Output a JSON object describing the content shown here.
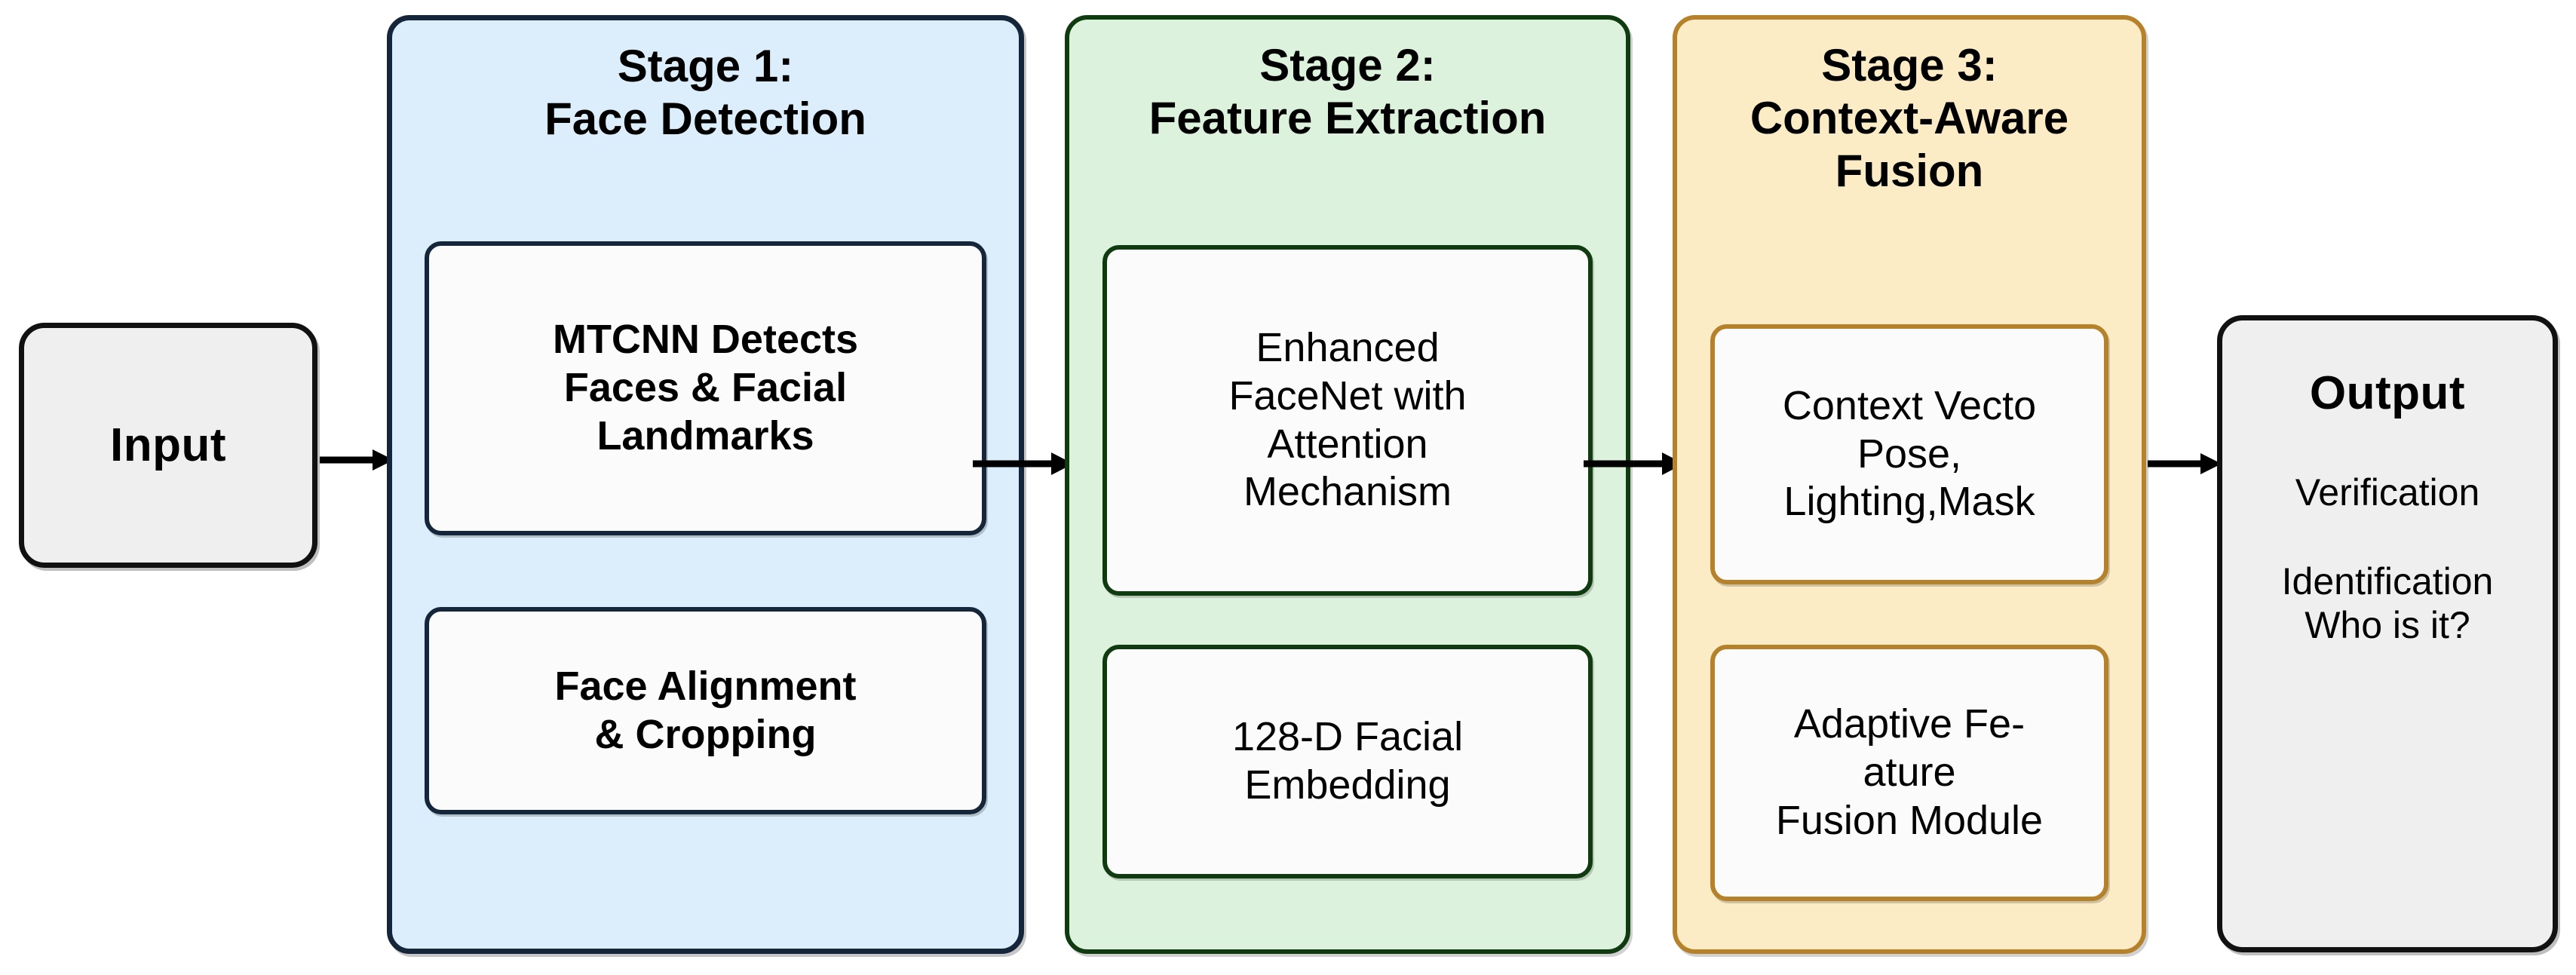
{
  "diagram": {
    "title": "Three-stage context-aware face recognition pipeline",
    "colors": {
      "stage1_fill": "#dceefb",
      "stage1_border": "#16263a",
      "stage2_fill": "#dcf2dc",
      "stage2_border": "#103a10",
      "stage3_fill": "#fcecc6",
      "stage3_border": "#b5812a",
      "terminal_fill": "#efefef",
      "terminal_border": "#111111",
      "arrow": "#000000"
    }
  },
  "input": {
    "label": "Input"
  },
  "stages": [
    {
      "id": "stage-1",
      "title": "Stage 1:\nFace Detection",
      "boxes": [
        {
          "id": "mtcnn-detect",
          "text": "MTCNN Detects\nFaces & Facial\nLandmarks"
        },
        {
          "id": "face-alignment",
          "text": "Face Alignment\n& Cropping"
        }
      ]
    },
    {
      "id": "stage-2",
      "title": "Stage 2:\nFeature Extraction",
      "boxes": [
        {
          "id": "enhanced-facenet",
          "text": "Enhanced\nFaceNet with\nAttention\nMechanism"
        },
        {
          "id": "facial-embedding",
          "text": "128-D Facial\nEmbedding"
        }
      ]
    },
    {
      "id": "stage-3",
      "title": "Stage 3:\nContext-Aware\nFusion",
      "boxes": [
        {
          "id": "context-vector",
          "text": "Context Vecto\nPose,\nLighting,Mask"
        },
        {
          "id": "adaptive-fusion",
          "text": "Adaptive Fe-\nature\nFusion Module"
        }
      ]
    }
  ],
  "output": {
    "title": "Output",
    "line1": "Verification",
    "line2": "Identification\nWho is it?"
  },
  "arrows": [
    {
      "id": "arrow-input-stage1",
      "from": "Input",
      "to": "Stage 1"
    },
    {
      "id": "arrow-stage1-stage2",
      "from": "Stage 1",
      "to": "Stage 2"
    },
    {
      "id": "arrow-stage2-stage3",
      "from": "Stage 2",
      "to": "Stage 3"
    },
    {
      "id": "arrow-stage3-output",
      "from": "Stage 3",
      "to": "Output"
    }
  ]
}
